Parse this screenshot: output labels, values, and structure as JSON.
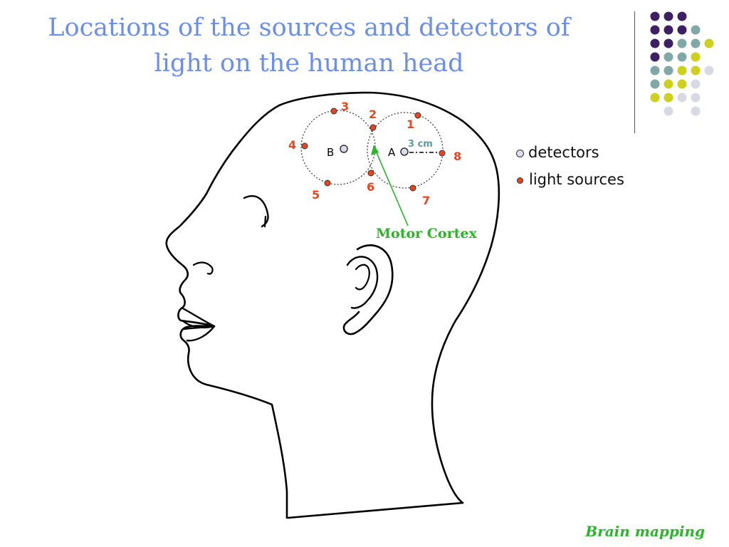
{
  "title": {
    "line1": "Locations of the sources and detectors of",
    "line2": "light on the human head"
  },
  "labels": {
    "detector_a": "A",
    "detector_b": "B",
    "distance": "3 cm",
    "motor_cortex": "Motor Cortex"
  },
  "source_numbers": [
    "1",
    "2",
    "3",
    "4",
    "5",
    "6",
    "7",
    "8"
  ],
  "legend": {
    "detectors": "detectors",
    "light_sources": "light sources"
  },
  "footer": "Brain mapping",
  "colors": {
    "title": "#6b8ee8",
    "source": "#e8461e",
    "detector_fill": "#dcdcec",
    "annotation": "#2bb52b",
    "distance_label": "#5f9b9b",
    "deco_purple": "#3d1f63",
    "deco_teal": "#7fa8a6",
    "deco_yellow": "#cfcf1f",
    "deco_lavender": "#d9d9e6"
  }
}
